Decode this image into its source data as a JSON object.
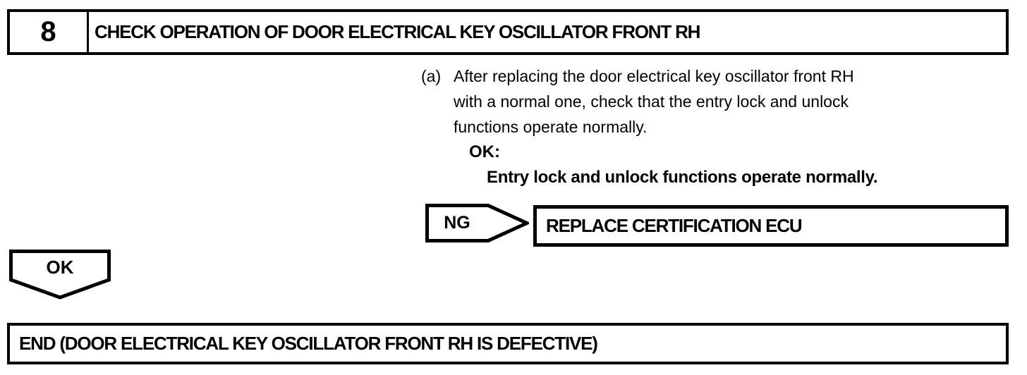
{
  "page": {
    "background_color": "#ffffff",
    "ink_color": "#000000"
  },
  "step_header": {
    "number": "8",
    "title": "CHECK OPERATION OF DOOR ELECTRICAL KEY OSCILLATOR FRONT RH"
  },
  "instruction": {
    "label": "(a)",
    "lines": [
      "After replacing the door electrical key oscillator front RH",
      "with a normal one, check that the entry lock and unlock",
      "functions operate normally."
    ],
    "ok_label": "OK:",
    "ok_criterion": "Entry lock and unlock functions operate normally."
  },
  "ng_branch": {
    "label": "NG",
    "action": "REPLACE CERTIFICATION ECU"
  },
  "ok_branch": {
    "label": "OK"
  },
  "end_box": {
    "text": "END (DOOR ELECTRICAL KEY OSCILLATOR FRONT RH IS DEFECTIVE)"
  }
}
